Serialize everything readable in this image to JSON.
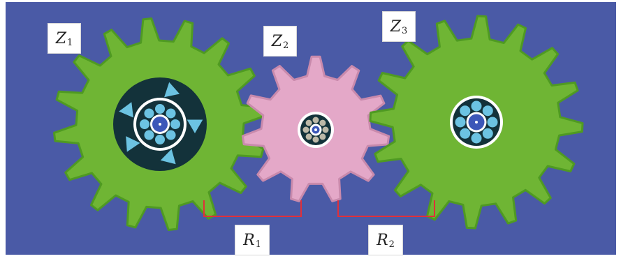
{
  "diagram": {
    "colors": {
      "background": "#4a5aa6",
      "gear_green": "#6fb534",
      "gear_green_edge": "#4f9a22",
      "gear_pink": "#e4a8c8",
      "gear_pink_edge": "#c98aac",
      "hub_dark": "#13323a",
      "bearing_blue": "#6cc3e2",
      "bearing_gray": "#bdb9a8",
      "bracket_red": "#e0303a"
    },
    "gears": [
      {
        "id": "z1",
        "label": {
          "letter": "Z",
          "sub": "1"
        },
        "teeth": 16
      },
      {
        "id": "z2",
        "label": {
          "letter": "Z",
          "sub": "2"
        },
        "teeth": 11
      },
      {
        "id": "z3",
        "label": {
          "letter": "Z",
          "sub": "3"
        },
        "teeth": 16
      }
    ],
    "radii": [
      {
        "id": "r1",
        "label": {
          "letter": "R",
          "sub": "1"
        }
      },
      {
        "id": "r2",
        "label": {
          "letter": "R",
          "sub": "2"
        }
      }
    ]
  }
}
